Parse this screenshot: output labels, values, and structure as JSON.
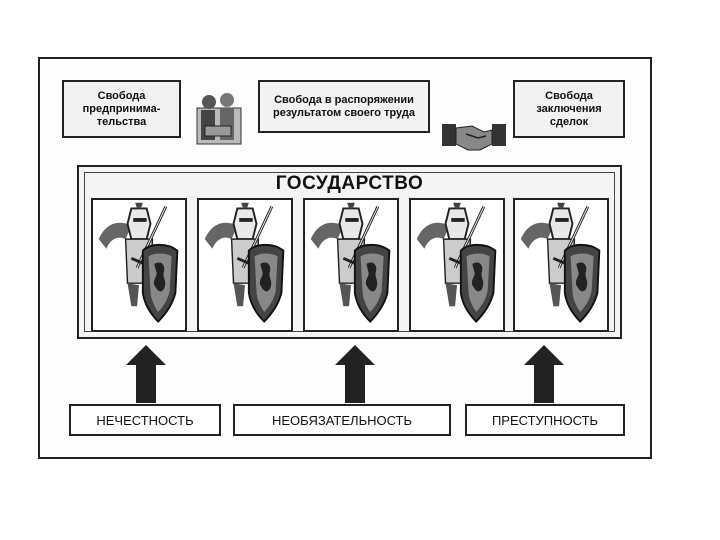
{
  "top": {
    "box1": "Свобода предпринима- тельства",
    "box2": "Свобода в распоряжении результатом своего труда",
    "box3": "Свобода заключения сделок"
  },
  "state": {
    "title": "ГОСУДАРСТВО"
  },
  "bottom": {
    "box1": "НЕЧЕСТНОСТЬ",
    "box2": "НЕОБЯЗАТЕЛЬНОСТЬ",
    "box3": "ПРЕСТУПНОСТЬ"
  },
  "icons": {
    "people_icon": "people-icon",
    "handshake_icon": "handshake-icon",
    "knight_icon": "knight-with-shield-icon",
    "arrow_icon": "up-arrow-icon"
  }
}
